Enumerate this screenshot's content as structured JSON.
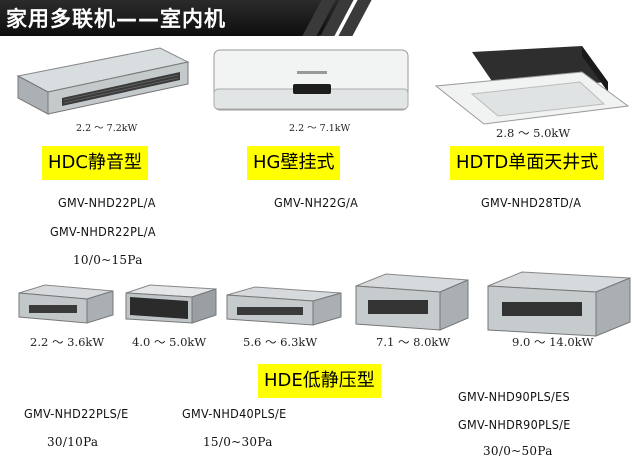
{
  "banner": {
    "title": "家用多联机——室内机"
  },
  "top_units": [
    {
      "capacity": "2.2 ～ 7.2kW",
      "series": "HDC静音型",
      "models": [
        "GMV-NHD22PL/A",
        "GMV-NHDR22PL/A",
        "10/0~15Pa"
      ]
    },
    {
      "capacity": "2.2 ～ 7.1kW",
      "series": "HG壁挂式",
      "models": [
        "GMV-NH22G/A"
      ]
    },
    {
      "capacity": "2.8 ～ 5.0kW",
      "series": "HDTD单面天井式",
      "models": [
        "GMV-NHD28TD/A"
      ]
    }
  ],
  "bottom_units": {
    "capacities": [
      "2.2 ～ 3.6kW",
      "4.0 ～ 5.0kW",
      "5.6 ～ 6.3kW",
      "7.1 ～ 8.0kW",
      "9.0 ～ 14.0kW"
    ],
    "series": "HDE低静压型",
    "col1": [
      "GMV-NHD22PLS/E",
      "30/10Pa"
    ],
    "col2": [
      "GMV-NHD40PLS/E",
      "15/0~30Pa"
    ],
    "col3": [
      "GMV-NHD90PLS/ES",
      "GMV-NHDR90PLS/E",
      "30/0~50Pa"
    ]
  }
}
